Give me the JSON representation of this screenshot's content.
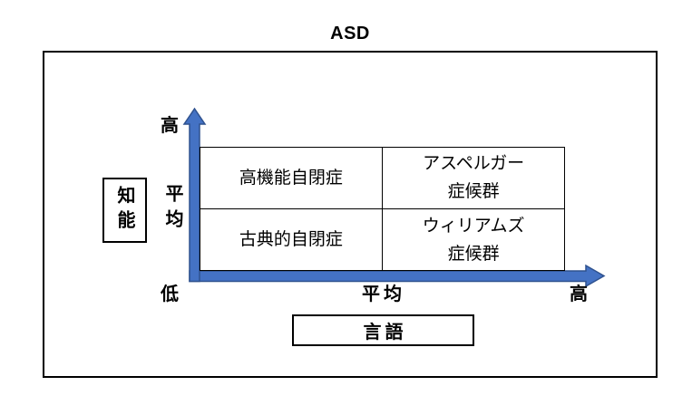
{
  "title": "ASD",
  "y_axis": {
    "label": "知能",
    "ticks": {
      "high": "高",
      "average": "平均",
      "low": "低"
    }
  },
  "x_axis": {
    "label": "言語",
    "ticks": {
      "average": "平均",
      "high": "高"
    }
  },
  "matrix": {
    "top_left": "高機能自閉症",
    "top_right": "アスペルガー\n症候群",
    "bottom_left": "古典的自閉症",
    "bottom_right": "ウィリアムズ\n症候群"
  },
  "colors": {
    "arrow_fill": "#4472C4",
    "arrow_stroke": "#2F528F",
    "line": "#000000",
    "background": "#FFFFFF"
  }
}
